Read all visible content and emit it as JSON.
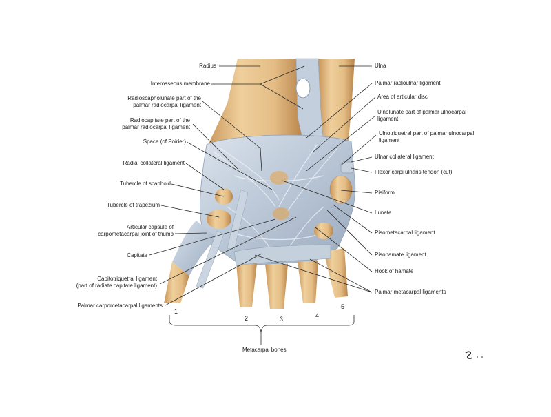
{
  "labels": {
    "radius": "Radius",
    "interosseous": "Interosseous membrane",
    "radioscapholunate": "Radioscapholunate part of the palmar radiocarpal ligament",
    "radioscapholunate_l1": "Radioscapholunate part of the",
    "radioscapholunate_l2": "palmar radiocarpal ligament",
    "radiocapitate_l1": "Radiocapitate part of the",
    "radiocapitate_l2": "palmar radiocarpal ligament",
    "poirier": "Space (of Poirier)",
    "radial_collateral": "Radial collateral ligament",
    "tubercle_scaphoid": "Tubercle of scaphoid",
    "tubercle_trapezium": "Tubercle of trapezium",
    "capsule_l1": "Articular capsule of",
    "capsule_l2": "carpometacarpal joint of thumb",
    "capitate": "Capitate",
    "capitotriquetral_l1": "Capitotriquetral ligament",
    "capitotriquetral_l2": "(part of radiate capitate ligament)",
    "palmar_cmc": "Palmar carpometacarpal ligaments",
    "ulna": "Ulna",
    "palmar_radioulnar": "Palmar radioulnar ligament",
    "articular_disc": "Area of articular disc",
    "ulnolunate_l1": "Ulnolunate part of palmar ulnocarpal",
    "ulnolunate_l2": "ligament",
    "ulnotriquetral_l1": "Ulnotriquetral part of palmar ulnocarpal",
    "ulnotriquetral_l2": "ligament",
    "ulnar_collateral": "Ulnar collateral ligament",
    "fcu": "Flexor carpi ulnaris tendon (cut)",
    "pisiform": "Pisiform",
    "lunate": "Lunate",
    "pisometacarpal": "Pisometacarpal ligament",
    "pisohamate": "Pisohamate ligament",
    "hook_hamate": "Hook of hamate",
    "palmar_metacarpal": "Palmar metacarpal ligaments",
    "metacarpal_bones": "Metacarpal bones"
  },
  "metacarpal_numbers": [
    "1",
    "2",
    "3",
    "4",
    "5"
  ],
  "colors": {
    "bone": "#e8c48e",
    "bone_dark": "#c9965a",
    "ligament": "#b9c6d6",
    "ligament_light": "#dbe3ec",
    "ligament_dark": "#8e9fb5"
  }
}
